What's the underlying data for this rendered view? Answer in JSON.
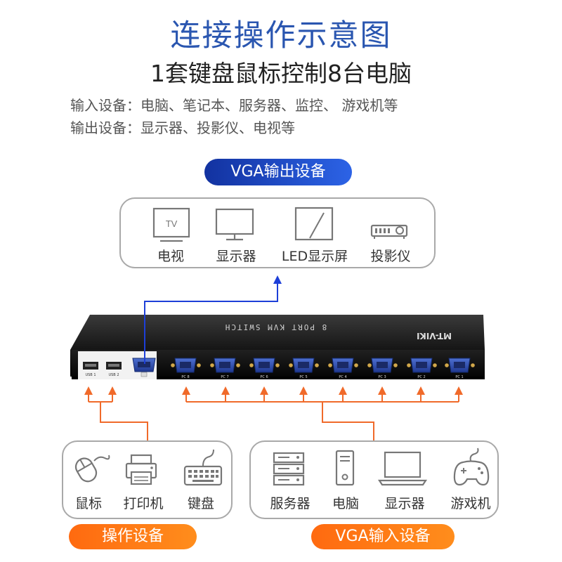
{
  "title": "连接操作示意图",
  "subtitle": "1套键盘鼠标控制8台电脑",
  "info": {
    "input_line": "输入设备：电脑、笔记本、服务器、监控、 游戏机等",
    "output_line": "输出设备：显示器、投影仪、电视等"
  },
  "output_pill": "VGA输出设备",
  "output_devices": [
    {
      "label": "电视",
      "icon": "tv-icon"
    },
    {
      "label": "显示器",
      "icon": "monitor-icon"
    },
    {
      "label": "LED显示屏",
      "icon": "led-screen-icon"
    },
    {
      "label": "投影仪",
      "icon": "projector-icon"
    }
  ],
  "tv_icon_text": "TV",
  "kvm": {
    "top_label": "8 PORT KVM SWITCH",
    "brand": "MT-VIKI",
    "usb_labels": [
      "USB 1",
      "USB 2"
    ],
    "port_labels": [
      "PC 8",
      "PC 7",
      "PC 6",
      "PC 5",
      "PC 4",
      "PC 3",
      "PC 2",
      "PC 1"
    ]
  },
  "operation_devices": [
    {
      "label": "鼠标",
      "icon": "mouse-icon"
    },
    {
      "label": "打印机",
      "icon": "printer-icon"
    },
    {
      "label": "键盘",
      "icon": "keyboard-icon"
    }
  ],
  "input_devices": [
    {
      "label": "服务器",
      "icon": "server-icon"
    },
    {
      "label": "电脑",
      "icon": "pc-tower-icon"
    },
    {
      "label": "显示器",
      "icon": "laptop-icon"
    },
    {
      "label": "游戏机",
      "icon": "gamepad-icon"
    }
  ],
  "operation_pill": "操作设备",
  "input_pill": "VGA输入设备",
  "colors": {
    "title_blue": "#2a56b0",
    "connector_blue": "#1d3fd8",
    "connector_orange": "#f06a2a",
    "pill_orange": "#ff7a18"
  }
}
